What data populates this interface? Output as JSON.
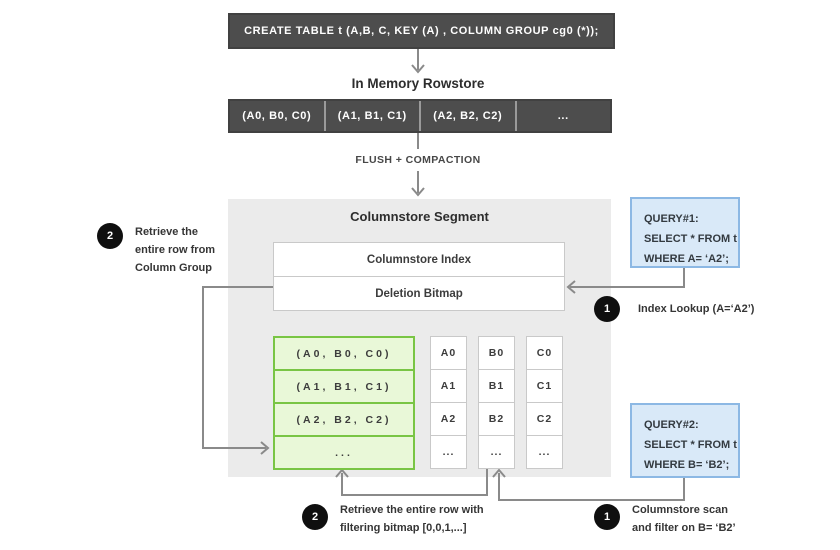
{
  "colors": {
    "dark_box": "#4d4d4d",
    "segment_bg": "#ebebeb",
    "green_fill": "#e9f8d8",
    "green_border": "#79c544",
    "blue_fill": "#d9e9f8",
    "blue_border": "#8cb8e4",
    "wire": "#8a8a8a",
    "badge": "#0f0f0f"
  },
  "create_table": {
    "sql": "CREATE TABLE  t (A,B, C, KEY (A) , COLUMN GROUP cg0 (*));"
  },
  "rowstore": {
    "title": "In Memory Rowstore",
    "cells": [
      "(A0, B0, C0)",
      "(A1, B1, C1)",
      "(A2, B2, C2)",
      "..."
    ]
  },
  "flush_label": "FLUSH + COMPACTION",
  "segment": {
    "title": "Columnstore Segment",
    "index_label": "Columnstore Index",
    "bitmap_label": "Deletion Bitmap",
    "column_group": {
      "rows": [
        "(A0, B0, C0)",
        "(A1, B1, C1)",
        "(A2, B2, C2)",
        "..."
      ]
    },
    "columns": [
      {
        "cells": [
          "A0",
          "A1",
          "A2",
          "..."
        ]
      },
      {
        "cells": [
          "B0",
          "B1",
          "B2",
          "..."
        ]
      },
      {
        "cells": [
          "C0",
          "C1",
          "C2",
          "..."
        ]
      }
    ]
  },
  "queries": [
    {
      "lines": [
        "QUERY#1:",
        "SELECT * FROM t",
        "WHERE A= ‘A2’;"
      ]
    },
    {
      "lines": [
        "QUERY#2:",
        "SELECT * FROM t",
        "WHERE B= ‘B2’;"
      ]
    }
  ],
  "steps": {
    "left": {
      "number": "2",
      "label": "Retrieve the\nentire row from\nColumn Group"
    },
    "index_lookup": {
      "number": "1",
      "label": "Index Lookup (A=‘A2’)"
    },
    "bottom_left": {
      "number": "2",
      "label": "Retrieve the entire row with\nfiltering bitmap [0,0,1,...]"
    },
    "bottom_right": {
      "number": "1",
      "label": "Columnstore scan\nand filter on B= ‘B2’"
    }
  }
}
